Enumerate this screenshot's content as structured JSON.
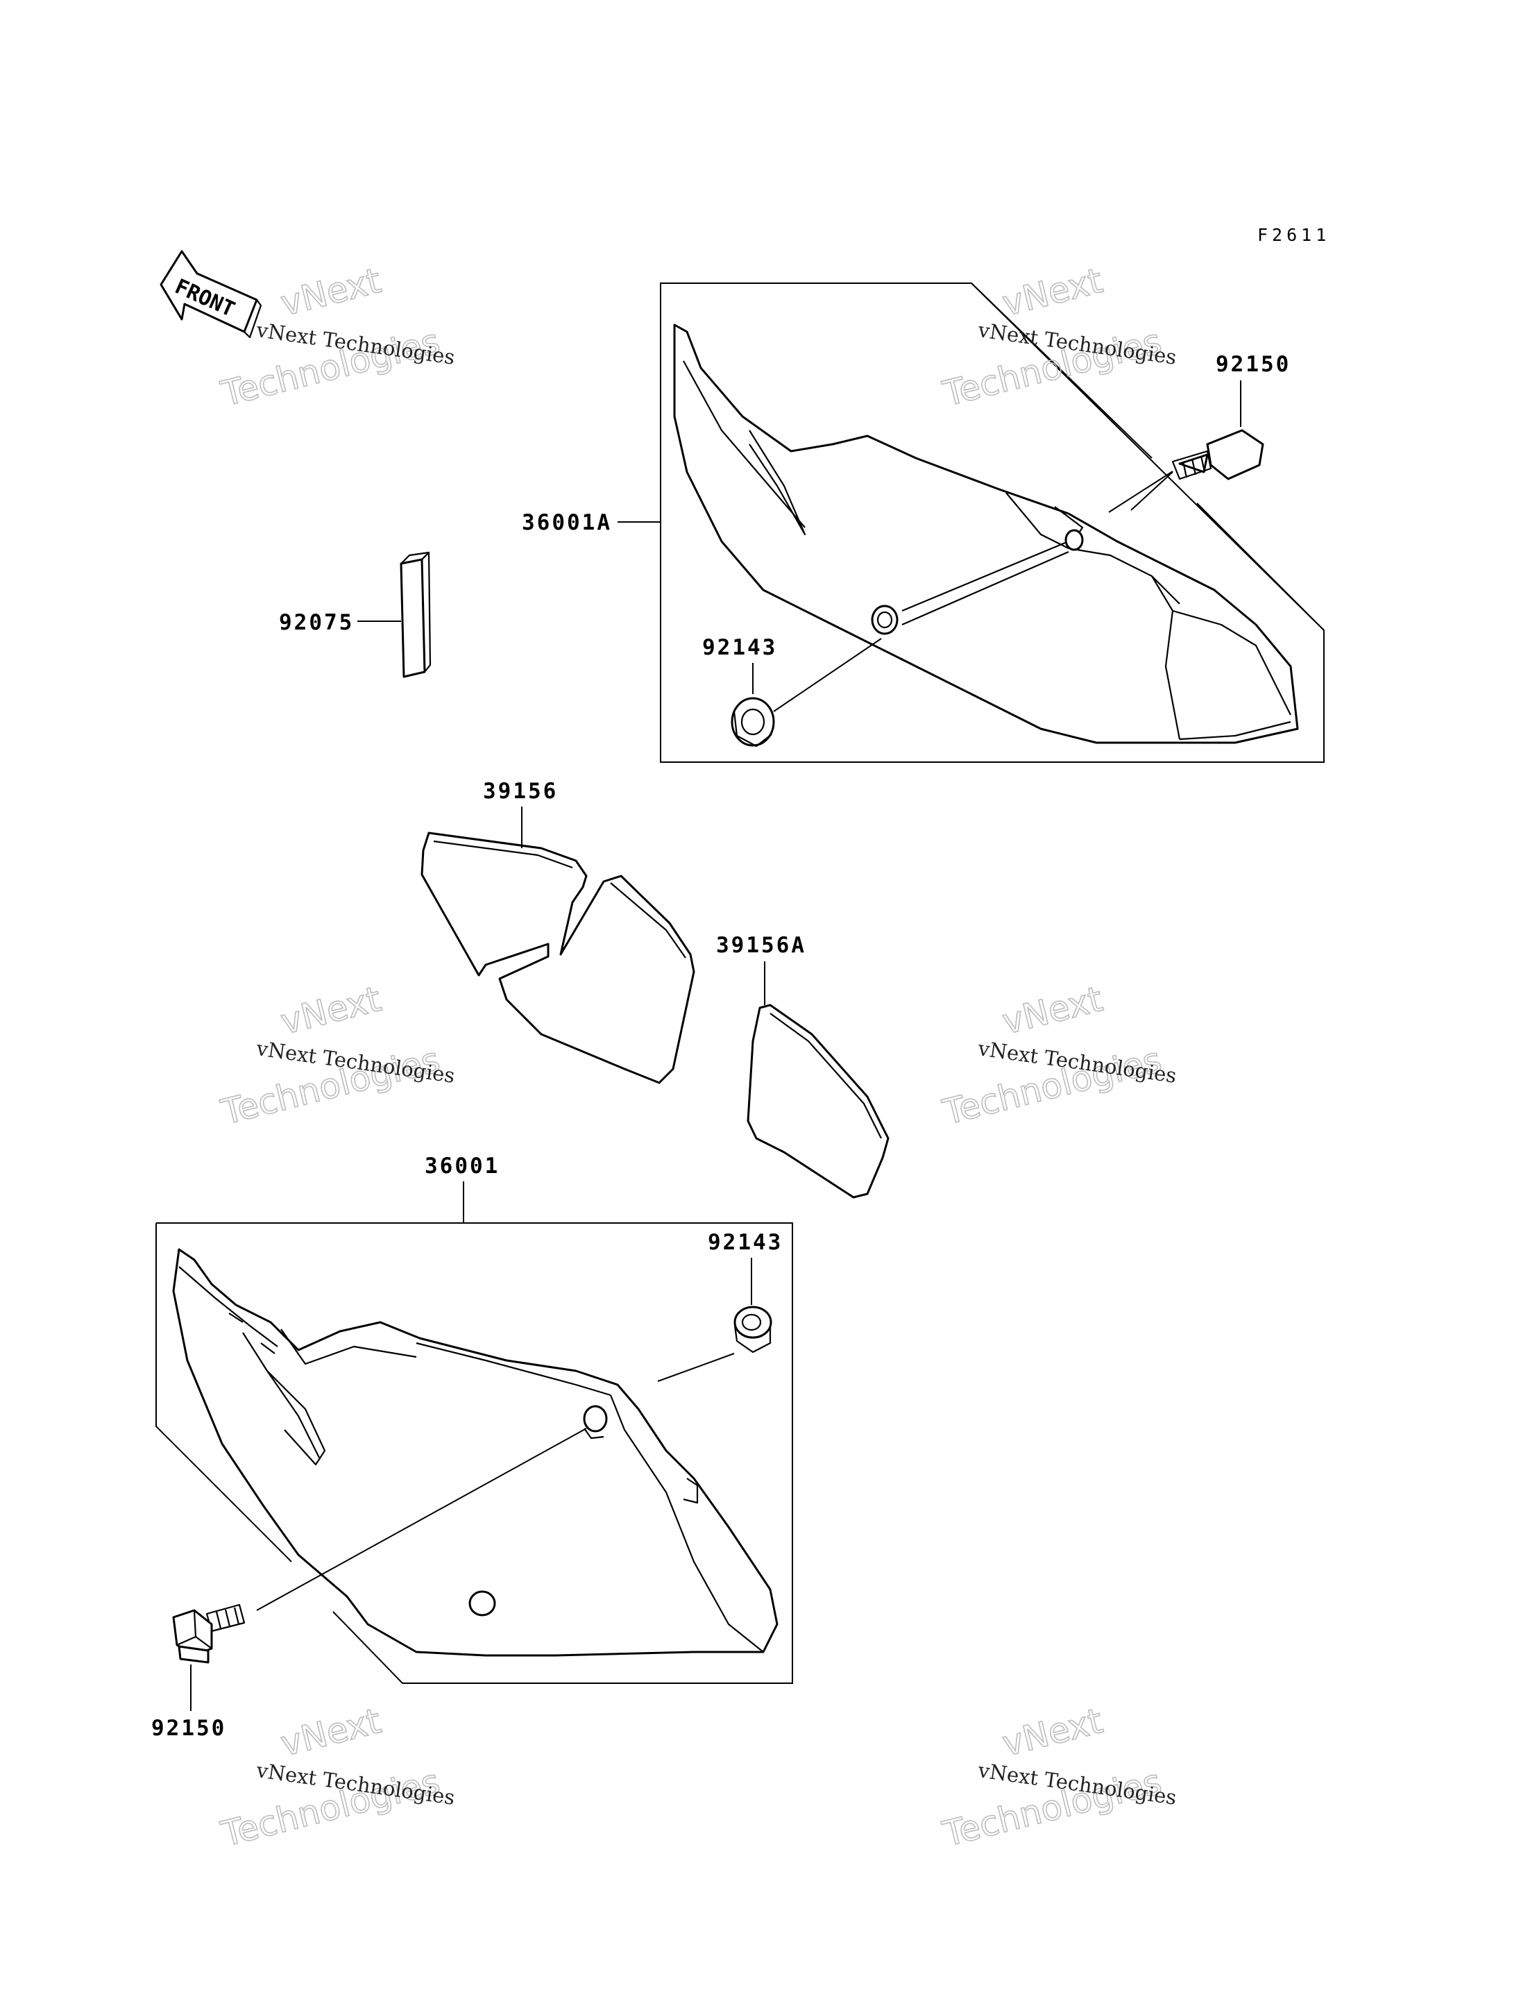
{
  "figure_code": "F2611",
  "front_label": "FRONT",
  "watermark": {
    "line1": "vNext Technologies",
    "line2": "vNext",
    "line3": "Technologies"
  },
  "parts": {
    "p36001A": "36001A",
    "p92150_top": "92150",
    "p92143_top": "92143",
    "p92075": "92075",
    "p39156": "39156",
    "p39156A": "39156A",
    "p36001": "36001",
    "p92143_bottom": "92143",
    "p92150_bottom": "92150"
  }
}
